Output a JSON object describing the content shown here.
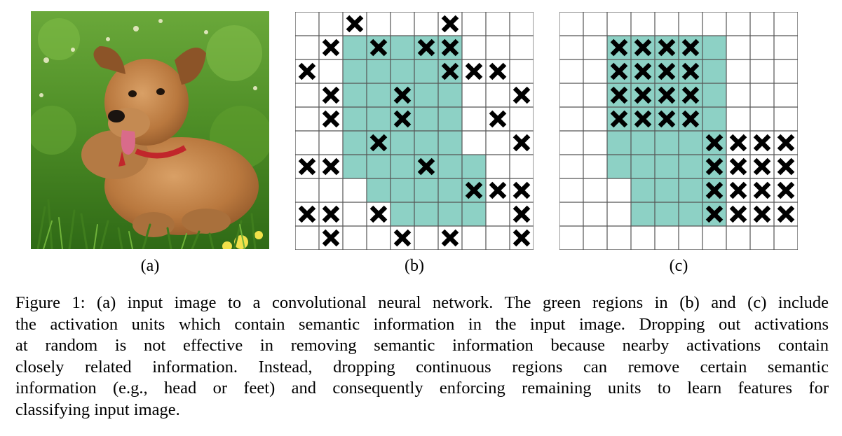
{
  "figure": {
    "panels": [
      {
        "id": "a",
        "label": "(a)",
        "image_subject": "dog lying in grass"
      },
      {
        "id": "b",
        "label": "(b)"
      },
      {
        "id": "c",
        "label": "(c)"
      }
    ],
    "grids": {
      "rows": 10,
      "cols": 10,
      "activation_color": "#8dd1c5",
      "line_color": "#555555",
      "b": {
        "green_cells": [
          [
            1,
            2
          ],
          [
            1,
            3
          ],
          [
            1,
            4
          ],
          [
            1,
            5
          ],
          [
            1,
            6
          ],
          [
            2,
            2
          ],
          [
            2,
            3
          ],
          [
            2,
            4
          ],
          [
            2,
            5
          ],
          [
            2,
            6
          ],
          [
            3,
            2
          ],
          [
            3,
            3
          ],
          [
            3,
            4
          ],
          [
            3,
            5
          ],
          [
            3,
            6
          ],
          [
            4,
            2
          ],
          [
            4,
            3
          ],
          [
            4,
            4
          ],
          [
            4,
            5
          ],
          [
            4,
            6
          ],
          [
            5,
            2
          ],
          [
            5,
            3
          ],
          [
            5,
            4
          ],
          [
            5,
            5
          ],
          [
            5,
            6
          ],
          [
            6,
            2
          ],
          [
            6,
            3
          ],
          [
            6,
            4
          ],
          [
            6,
            5
          ],
          [
            6,
            6
          ],
          [
            6,
            7
          ],
          [
            7,
            3
          ],
          [
            7,
            4
          ],
          [
            7,
            5
          ],
          [
            7,
            6
          ],
          [
            7,
            7
          ],
          [
            8,
            4
          ],
          [
            8,
            5
          ],
          [
            8,
            6
          ],
          [
            8,
            7
          ]
        ],
        "dropped_cells": [
          [
            0,
            2
          ],
          [
            0,
            6
          ],
          [
            1,
            1
          ],
          [
            1,
            3
          ],
          [
            1,
            5
          ],
          [
            1,
            6
          ],
          [
            2,
            0
          ],
          [
            2,
            6
          ],
          [
            2,
            7
          ],
          [
            2,
            8
          ],
          [
            3,
            1
          ],
          [
            3,
            4
          ],
          [
            3,
            9
          ],
          [
            4,
            1
          ],
          [
            4,
            4
          ],
          [
            4,
            8
          ],
          [
            5,
            3
          ],
          [
            5,
            9
          ],
          [
            6,
            0
          ],
          [
            6,
            1
          ],
          [
            6,
            5
          ],
          [
            7,
            7
          ],
          [
            7,
            8
          ],
          [
            7,
            9
          ],
          [
            8,
            0
          ],
          [
            8,
            1
          ],
          [
            8,
            3
          ],
          [
            8,
            9
          ],
          [
            9,
            1
          ],
          [
            9,
            4
          ],
          [
            9,
            6
          ],
          [
            9,
            9
          ]
        ]
      },
      "c": {
        "green_cells": [
          [
            1,
            2
          ],
          [
            1,
            3
          ],
          [
            1,
            4
          ],
          [
            1,
            5
          ],
          [
            1,
            6
          ],
          [
            2,
            2
          ],
          [
            2,
            3
          ],
          [
            2,
            4
          ],
          [
            2,
            5
          ],
          [
            2,
            6
          ],
          [
            3,
            2
          ],
          [
            3,
            3
          ],
          [
            3,
            4
          ],
          [
            3,
            5
          ],
          [
            3,
            6
          ],
          [
            4,
            2
          ],
          [
            4,
            3
          ],
          [
            4,
            4
          ],
          [
            4,
            5
          ],
          [
            4,
            6
          ],
          [
            5,
            2
          ],
          [
            5,
            3
          ],
          [
            5,
            4
          ],
          [
            5,
            5
          ],
          [
            5,
            6
          ],
          [
            6,
            2
          ],
          [
            6,
            3
          ],
          [
            6,
            4
          ],
          [
            6,
            5
          ],
          [
            6,
            6
          ],
          [
            7,
            3
          ],
          [
            7,
            4
          ],
          [
            7,
            5
          ],
          [
            7,
            6
          ],
          [
            8,
            3
          ],
          [
            8,
            4
          ],
          [
            8,
            5
          ],
          [
            8,
            6
          ]
        ],
        "dropped_cells": [
          [
            1,
            2
          ],
          [
            1,
            3
          ],
          [
            1,
            4
          ],
          [
            1,
            5
          ],
          [
            2,
            2
          ],
          [
            2,
            3
          ],
          [
            2,
            4
          ],
          [
            2,
            5
          ],
          [
            3,
            2
          ],
          [
            3,
            3
          ],
          [
            3,
            4
          ],
          [
            3,
            5
          ],
          [
            4,
            2
          ],
          [
            4,
            3
          ],
          [
            4,
            4
          ],
          [
            4,
            5
          ],
          [
            5,
            6
          ],
          [
            5,
            7
          ],
          [
            5,
            8
          ],
          [
            5,
            9
          ],
          [
            6,
            6
          ],
          [
            6,
            7
          ],
          [
            6,
            8
          ],
          [
            6,
            9
          ],
          [
            7,
            6
          ],
          [
            7,
            7
          ],
          [
            7,
            8
          ],
          [
            7,
            9
          ],
          [
            8,
            6
          ],
          [
            8,
            7
          ],
          [
            8,
            8
          ],
          [
            8,
            9
          ]
        ]
      }
    },
    "caption_lines": [
      "Figure 1: (a) input image to a convolutional neural network. The green regions in (b) and (c) include",
      "the activation units which contain semantic information in the input image. Dropping out activations",
      "at random is not effective in removing semantic information because nearby activations contain",
      "closely related information.  Instead, dropping continuous regions can remove certain semantic",
      "information (e.g., head or feet) and consequently enforcing remaining units to learn features for",
      "classifying input image."
    ]
  }
}
